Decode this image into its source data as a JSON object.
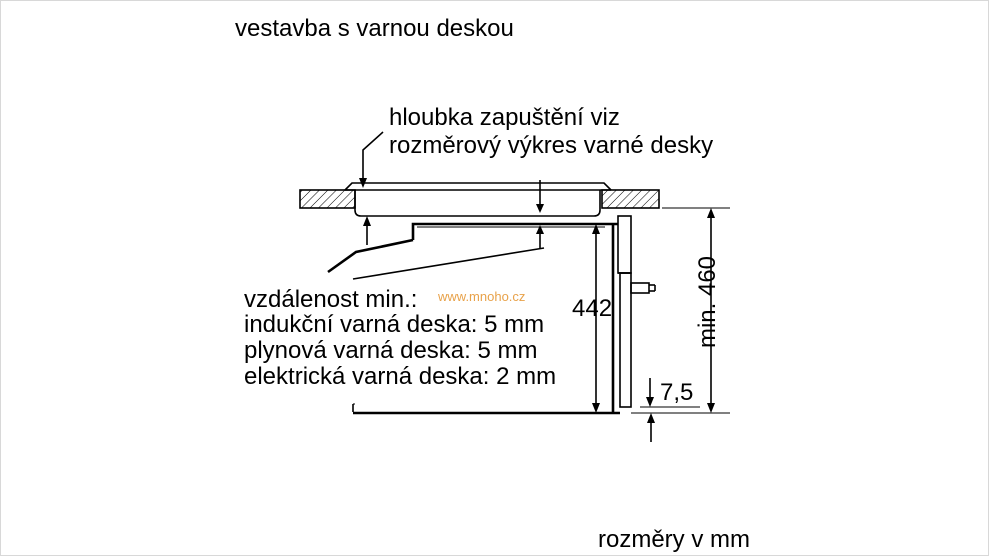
{
  "title": "vestavba s varnou deskou",
  "note": {
    "line1": "hloubka zapuštění viz",
    "line2": "rozměrový výkres varné desky"
  },
  "distance": {
    "heading": "vzdálenost min.:",
    "induction": "indukční varná deska: 5 mm",
    "gas": "plynová varná deska: 5 mm",
    "electric": "elektrická varná deska: 2 mm"
  },
  "dimensions": {
    "height_442": "442",
    "offset_7_5": "7,5",
    "niche_min_460": "min. 460"
  },
  "watermark": "www.mnoho.cz",
  "units_note": "rozměry v mm"
}
